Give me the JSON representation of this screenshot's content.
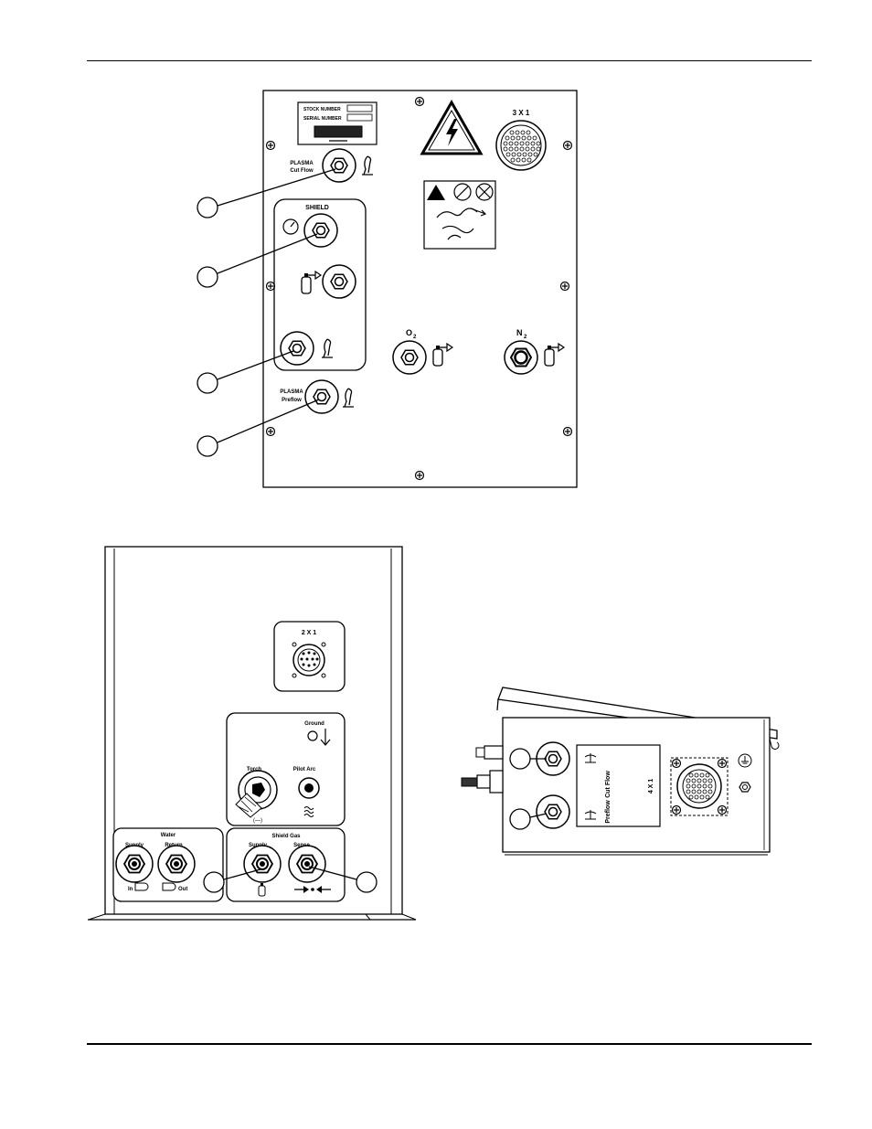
{
  "top_panel": {
    "stock_number": "STOCK NUMBER",
    "serial_number": "SERIAL NUMBER",
    "connector_label": "3 X 1",
    "plasma_cut_flow_line1": "PLASMA",
    "plasma_cut_flow_line2": "Cut Flow",
    "shield_label": "SHIELD",
    "o2_label": "O",
    "o2_sub": "2",
    "n2_label": "N",
    "n2_sub": "2",
    "plasma_preflow_line1": "PLASMA",
    "plasma_preflow_line2": "Preflow"
  },
  "rear_panel": {
    "connector_label": "2 X 1",
    "ground_label": "Ground",
    "torch_label": "Torch",
    "pilot_arc_label": "Pilot Arc",
    "torch_polarity": "(—)",
    "water_label": "Water",
    "supply_label": "Supply",
    "return_label": "Return",
    "in_label": "In",
    "out_label": "Out",
    "shield_gas_label": "Shield Gas",
    "shield_supply_label": "Supply",
    "sense_label": "Sense"
  },
  "side_panel": {
    "cut_flow_label": "Cut Flow",
    "preflow_label": "Preflow",
    "connector_label": "4 X 1"
  }
}
